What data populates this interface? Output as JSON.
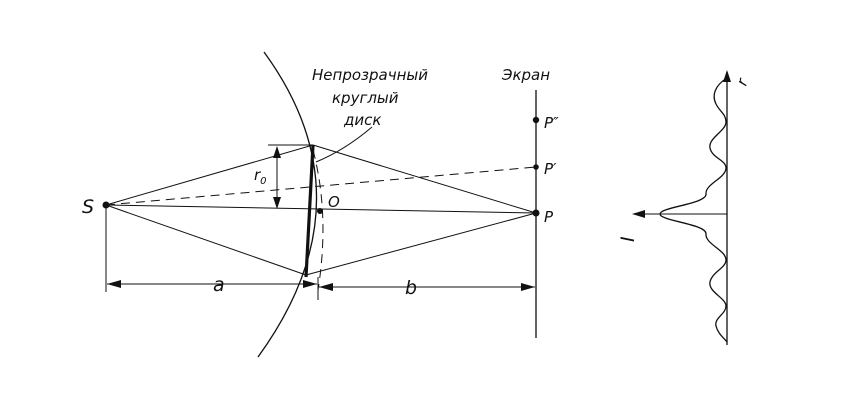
{
  "labels": {
    "source": "S",
    "center": "O",
    "radius": "r",
    "radius_sub": "0",
    "disk_caption": [
      "Непрозрачный",
      "круглый",
      "диск"
    ],
    "screen": "Экран",
    "point_p": "P",
    "point_p1": "P′",
    "point_p2": "P″",
    "dist_a": "a",
    "dist_b": "b",
    "intensity": "I",
    "coord": "r"
  }
}
